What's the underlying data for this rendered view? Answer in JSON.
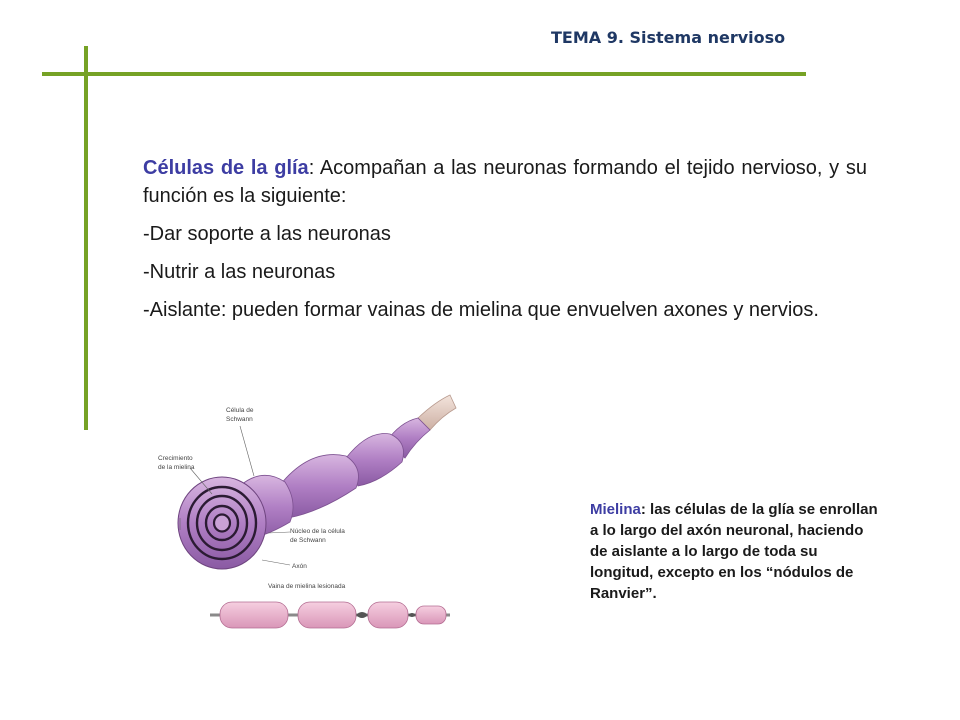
{
  "header": {
    "title": "TEMA 9. Sistema nervioso"
  },
  "main": {
    "intro_term": "Células de la glía",
    "intro_text": ": Acompañan a las neuronas formando el tejido nervioso, y su función es la siguiente:",
    "items": [
      "-Dar soporte a las neuronas",
      "-Nutrir a las neuronas",
      "-Aislante: pueden formar vainas de mielina que envuelven axones y nervios."
    ]
  },
  "figure": {
    "labels": {
      "schwann_cell": [
        "Célula de",
        "Schwann"
      ],
      "myelin_growth": [
        "Crecimiento",
        "de la mielina"
      ],
      "schwann_nucleus": [
        "Núcleo de la célula",
        "de Schwann"
      ],
      "axon": "Axón",
      "damaged_sheath": "Vaina de mielina lesionada"
    }
  },
  "caption": {
    "term": "Mielina",
    "text": ": las células de la glía se enrollan a lo largo del axón neuronal, haciendo de aislante a lo largo de toda su longitud, excepto en los “nódulos de Ranvier”."
  },
  "colors": {
    "accent_green": "#76a225",
    "title_blue": "#1f3864",
    "term_purple": "#3d3da3"
  }
}
